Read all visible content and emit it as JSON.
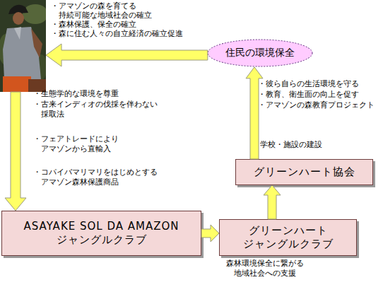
{
  "diagram": {
    "nodes": [
      {
        "text": [
          "・アマゾンの森を育てる 持続可能な地域社会の確立",
          "・森林保護、保全の確立",
          "・森に住む人々の自立経済の確立促進"
        ]
      },
      {
        "text": [
          "住民の環境保全"
        ]
      },
      {
        "text": [
          "グリーンハート協会"
        ]
      },
      {
        "text": [
          "ASAYAKE SOL DA AMAZON ジャングルクラブ"
        ]
      },
      {
        "text": [
          "グリーンハート ジャングルクラブ"
        ]
      }
    ],
    "edges": [
      {
        "from": 1,
        "to": 0,
        "arrow": "to"
      },
      {
        "from": 0,
        "to": 3,
        "arrow": "to"
      },
      {
        "from": 3,
        "to": 4,
        "arrow": "to"
      },
      {
        "from": 4,
        "to": 2,
        "arrow": "to"
      },
      {
        "from": 2,
        "to": 1,
        "arrow": "to"
      }
    ],
    "labels": [
      "・生態学的な環境を尊重",
      "・古来インディオの伐採を伴わない 採取法",
      "・フェアトレードにより アマゾンから直輸入",
      "・コパイバマリマリをはじめとする アマゾン森林保護商品",
      "・彼ら自らの生活環境を守る",
      "・教育、衛生面の向上を促す",
      "・アマゾンの森教育プロジェクト",
      "学校・施設の建設",
      "森林環境保全に繋がる 地域社会への支援"
    ]
  }
}
